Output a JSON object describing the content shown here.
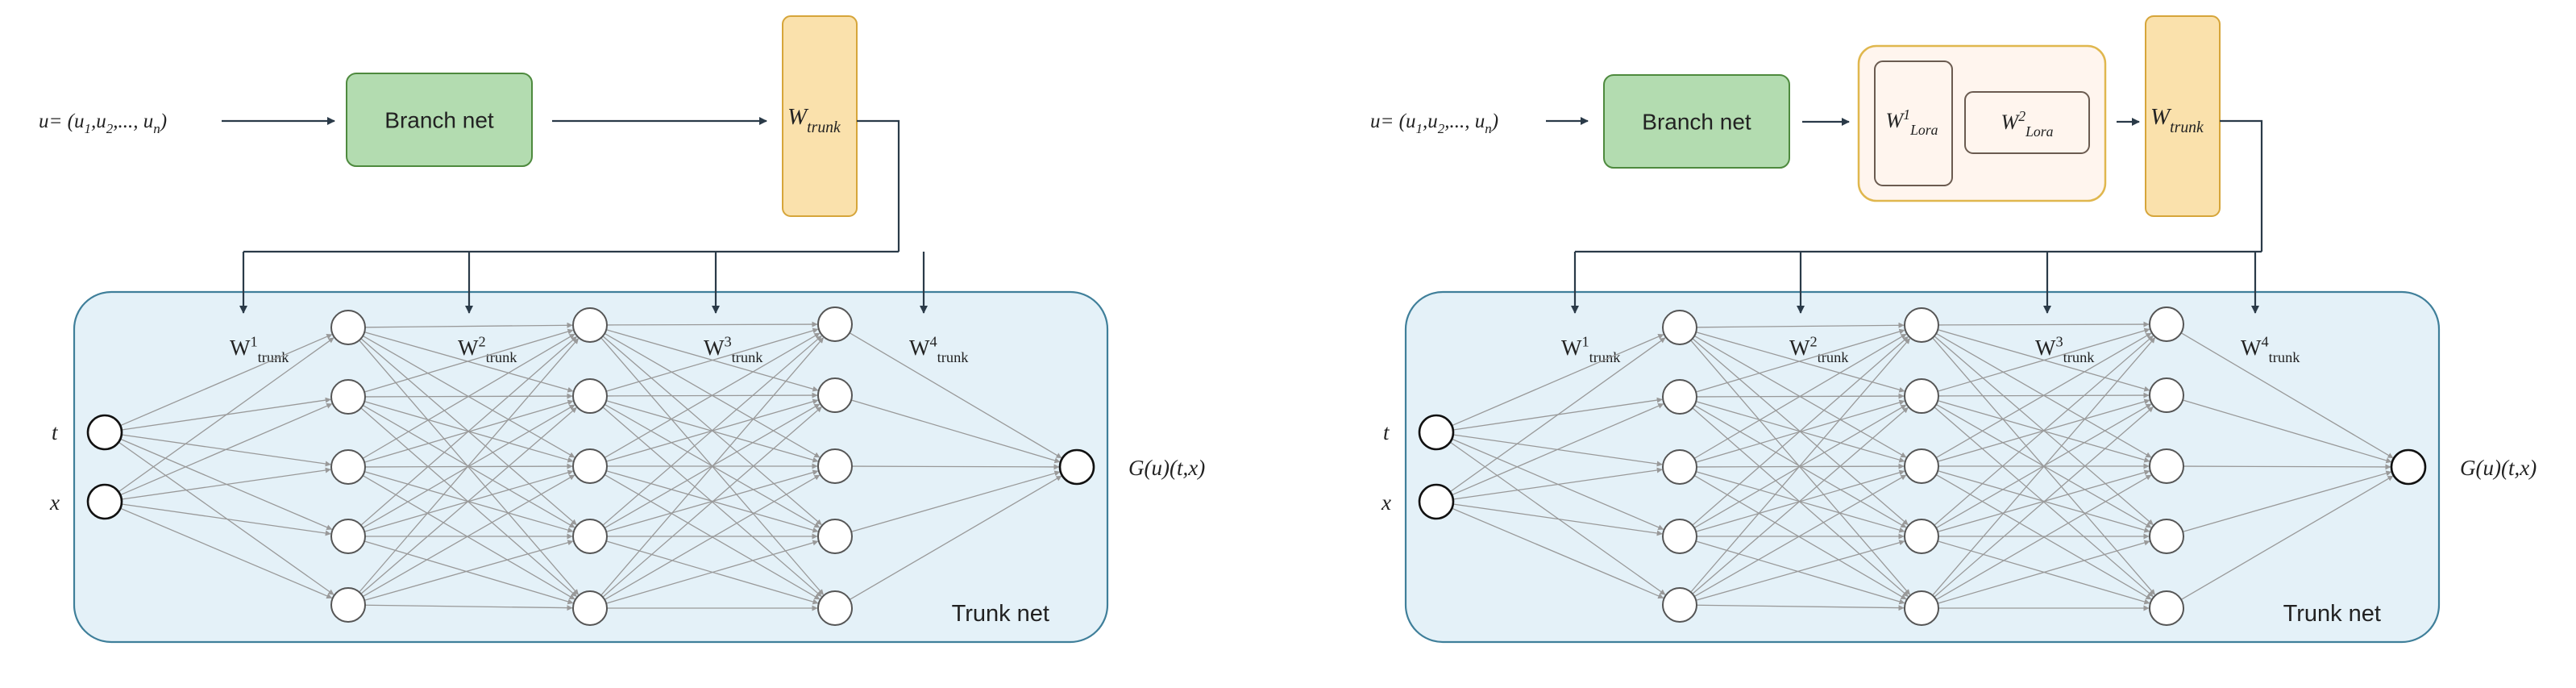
{
  "diagrams": [
    {
      "input_label": {
        "prefix": "u= (u",
        "s1": "1",
        "m1": ",u",
        "s2": "2",
        "m2": ",..., u",
        "s3": "n",
        "suffix": ")"
      },
      "branch_label": "Branch net",
      "trunk_weight": {
        "base": "W",
        "sub": "trunk"
      },
      "trunk_label": "Trunk net",
      "inputs": [
        "t",
        "x"
      ],
      "output_label": "G(u)(t,x)",
      "layer_weights": [
        {
          "base": "W",
          "sup": "1",
          "sub": "trunk"
        },
        {
          "base": "W",
          "sup": "2",
          "sub": "trunk"
        },
        {
          "base": "W",
          "sup": "3",
          "sub": "trunk"
        },
        {
          "base": "W",
          "sup": "4",
          "sub": "trunk"
        }
      ]
    },
    {
      "input_label": {
        "prefix": "u= (u",
        "s1": "1",
        "m1": ",u",
        "s2": "2",
        "m2": ",..., u",
        "s3": "n",
        "suffix": ")"
      },
      "branch_label": "Branch net",
      "lora": [
        {
          "base": "W",
          "sup": "1",
          "sub": "Lora"
        },
        {
          "base": "W",
          "sup": "2",
          "sub": "Lora"
        }
      ],
      "trunk_weight": {
        "base": "W",
        "sub": "trunk"
      },
      "trunk_label": "Trunk net",
      "inputs": [
        "t",
        "x"
      ],
      "output_label": "G(u)(t,x)",
      "layer_weights": [
        {
          "base": "W",
          "sup": "1",
          "sub": "trunk"
        },
        {
          "base": "W",
          "sup": "2",
          "sub": "trunk"
        },
        {
          "base": "W",
          "sup": "3",
          "sub": "trunk"
        },
        {
          "base": "W",
          "sup": "4",
          "sub": "trunk"
        }
      ]
    }
  ],
  "colors": {
    "branch_fill": "#b3dcb0",
    "branch_stroke": "#4e8a3e",
    "trunk_w_fill": "#fae1ac",
    "trunk_w_stroke": "#d6a53a",
    "trunk_fill": "#e4f1f8",
    "trunk_stroke": "#3f7f9a",
    "lora_fill": "#fff5ee",
    "lora_stroke": "#e0b74e",
    "lora_inner_stroke": "#6b5b50",
    "edge": "#999999",
    "arrow": "#2a3a48"
  }
}
